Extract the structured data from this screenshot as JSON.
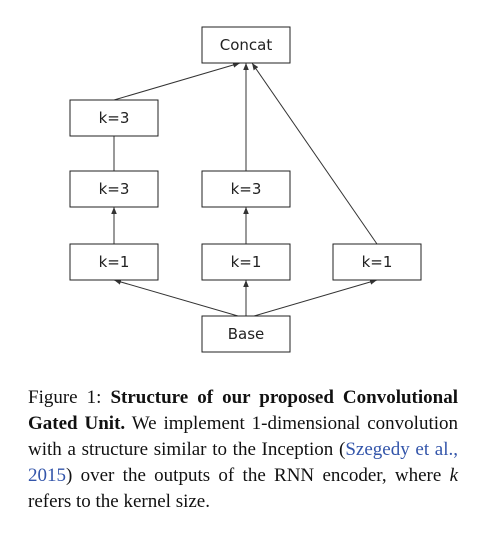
{
  "diagram": {
    "nodes": [
      {
        "id": "concat",
        "label": "Concat"
      },
      {
        "id": "k3-top",
        "label": "k=3"
      },
      {
        "id": "k3-left",
        "label": "k=3"
      },
      {
        "id": "k3-mid",
        "label": "k=3"
      },
      {
        "id": "k1-left",
        "label": "k=1"
      },
      {
        "id": "k1-mid",
        "label": "k=1"
      },
      {
        "id": "k1-right",
        "label": "k=1"
      },
      {
        "id": "base",
        "label": "Base"
      }
    ],
    "edges": [
      {
        "from": "base",
        "to": "k1-left"
      },
      {
        "from": "base",
        "to": "k1-mid"
      },
      {
        "from": "base",
        "to": "k1-right"
      },
      {
        "from": "k1-left",
        "to": "k3-left"
      },
      {
        "from": "k3-left",
        "to": "k3-top"
      },
      {
        "from": "k1-mid",
        "to": "k3-mid"
      },
      {
        "from": "k3-top",
        "to": "concat"
      },
      {
        "from": "k3-mid",
        "to": "concat"
      },
      {
        "from": "k1-right",
        "to": "concat"
      }
    ]
  },
  "caption": {
    "prefix": "Figure 1: ",
    "bold": "Structure of our proposed Convolutional Gated Unit.",
    "text1": " We implement 1-dimensional convolution with a structure similar to the Inception (",
    "citation": "Szegedy et al., 2015",
    "text2": ") over the outputs of the RNN encoder, where ",
    "variable": "k",
    "text3": " refers to the kernel size."
  }
}
